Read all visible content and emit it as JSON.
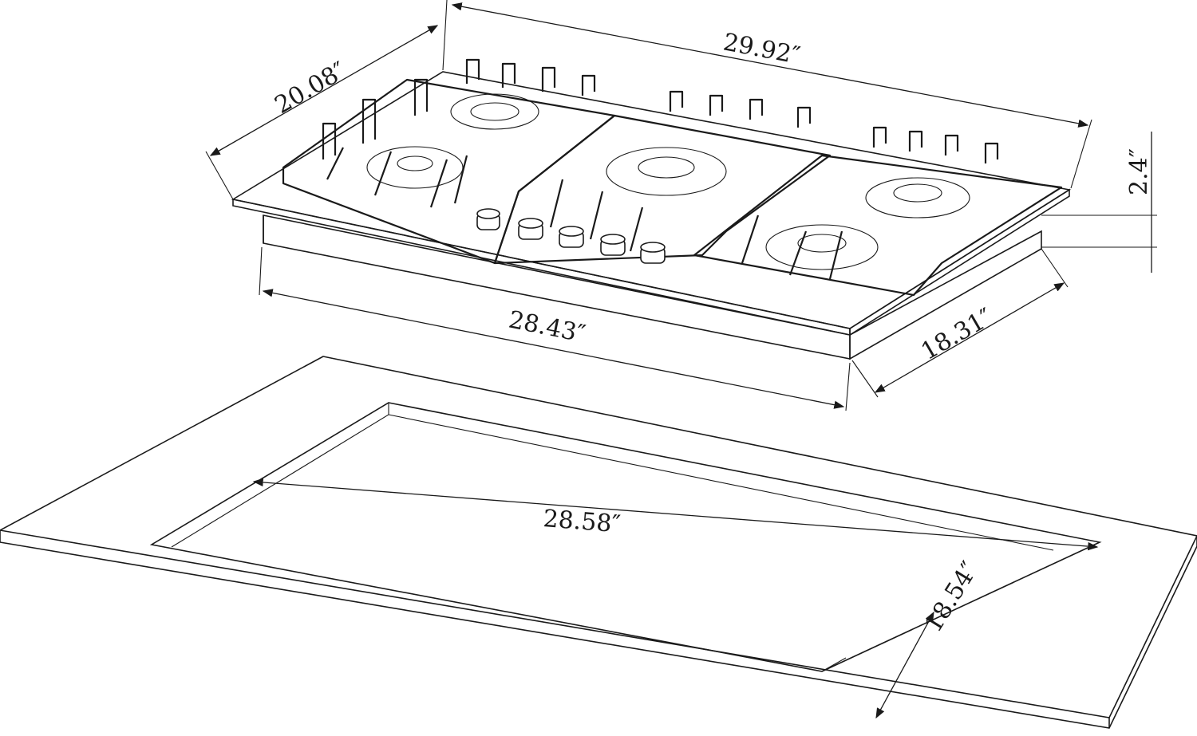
{
  "title": "Gas cooktop dimensions and cutout diagram",
  "dimensions": {
    "top_width": "29.92″",
    "top_depth": "20.08″",
    "height": "2.4″",
    "body_width": "28.43″",
    "body_depth": "18.31″",
    "cutout_width": "28.58″",
    "cutout_depth": "18.54″"
  },
  "colors": {
    "line": "#1a1a1a",
    "background": "#ffffff"
  }
}
